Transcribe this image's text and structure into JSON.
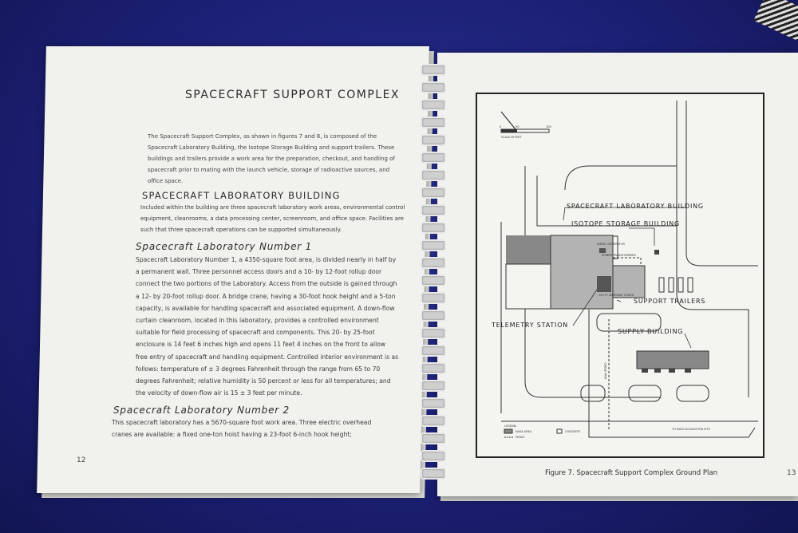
{
  "left_page": {
    "title": "SPACECRAFT SUPPORT COMPLEX",
    "intro": "The Spacecraft Support Complex, as shown in figures 7 and 8, is composed of the Spacecraft Laboratory Building, the Isotope Storage Building and support trailers. These buildings and trailers provide a work area for the preparation, checkout, and handling of spacecraft prior to mating with the launch vehicle, storage of radioactive sources, and office space.",
    "section_heading": "SPACECRAFT LABORATORY BUILDING",
    "section_text": "Included within the building are three spacecraft laboratory work areas, environmental control equipment, cleanrooms, a data processing center, screenroom, and office space. Facilities are such that three spacecraft operations can be supported simultaneously.",
    "lab1_heading": "Spacecraft Laboratory Number 1",
    "lab1_text": "Spacecraft Laboratory Number 1, a 4350-square foot area, is divided nearly in half by a permanent wall. Three personnel access doors and a 10- by 12-foot rollup door connect the two portions of the Laboratory. Access from the outside is gained through a 12- by 20-foot rollup door. A bridge crane, having a 30-foot hook height and a 5-ton capacity, is available for handling spacecraft and associated equipment. A down-flow curtain cleanroom, located in this laboratory, provides a controlled environment suitable for field processing of spacecraft and components. This 20- by 25-foot enclosure is 14 feet 6 inches high and opens 11 feet 4 inches on the front to allow free entry of spacecraft and handling equipment. Controlled interior environment is as follows: temperature of ± 3 degrees Fahrenheit through the range from 65 to 70 degrees Fahrenheit; relative humidity is 50 percent or less for all temperatures; and the velocity of down-flow air is 15 ± 3 feet per minute.",
    "lab2_heading": "Spacecraft Laboratory Number 2",
    "lab2_text": "This spacecraft laboratory has a 5670-square foot work area. Three electric overhead cranes are available: a fixed one-ton hoist having a 23-foot 6-inch hook height;",
    "page_number": "12"
  },
  "right_page": {
    "figure": {
      "labels": {
        "lab_building": "SPACECRAFT LABORATORY BUILDING",
        "isotope": "ISOTOPE STORAGE BUILDING",
        "support_trailers": "SUPPORT TRAILERS",
        "telemetry": "TELEMETRY STATION",
        "supply": "SUPPLY BUILDING"
      },
      "small_labels": {
        "diesel": "DIESEL GENERATOR",
        "power": "POWER TRANSFORMERS",
        "antenna": "100 FT ANTENNA TOWER",
        "cable": "CABLE TRAY",
        "scale": "SCALE IN FEET",
        "scale_0": "0",
        "scale_50": "50",
        "scale_100": "100",
        "legend": "LEGEND:",
        "nasa_area": "NASA AREA",
        "concrete": "CONCRETE",
        "fence": "FENCE",
        "data_acq": "TO DATA ACQUISITION SITE"
      }
    },
    "caption": "Figure 7.  Spacecraft Support Complex Ground Plan",
    "page_number": "13"
  }
}
